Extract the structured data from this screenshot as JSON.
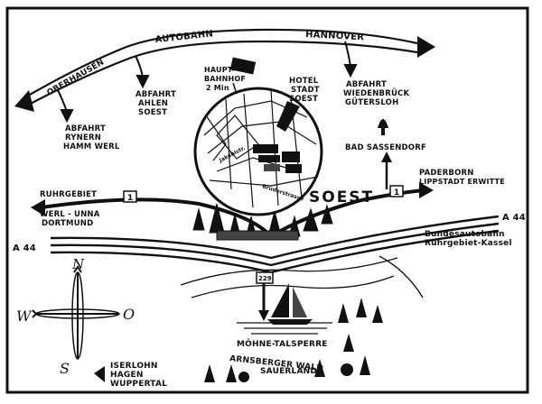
{
  "labels": {
    "autobahn": "AUTOBAHN",
    "hannover": "HANNOVER",
    "oberhausen": "OBERHAUSEN",
    "exit_rhynern": [
      "ABFAHRT",
      "RYNERN",
      "HAMM WERL"
    ],
    "exit_ahlen": [
      "ABFAHRT",
      "AHLEN",
      "SOEST"
    ],
    "exit_wiedenbrueck": [
      "ABFAHRT",
      "WIEDENBRÜCK",
      "GÜTERSLOH"
    ],
    "hbf": [
      "HAUPT-",
      "BAHNHOF",
      "2 Min"
    ],
    "hotel": [
      "HOTEL",
      "STADT",
      "SOEST"
    ],
    "soest": "SOEST",
    "bad_sassendorf": "BAD SASSENDORF",
    "paderborn": [
      "PADERBORN",
      "LIPPSTADT ERWITTE"
    ],
    "ruhrgebiet_left": "RUHRGEBIET",
    "werl": [
      "WERL - UNNA",
      "DORTMUND"
    ],
    "a44_right": "A 44",
    "a44_left": "A 44",
    "bundesautobahn": [
      "Bundesautobahn",
      "Ruhrgebiet-Kassel"
    ],
    "route1_left": "1",
    "route1_right": "1",
    "route229": "229",
    "moehne": "MÖHNE-TALSPERRE",
    "arnsberg": [
      "ARNSBERGER WALD",
      "SAUERLAND"
    ],
    "iserlohn": [
      "ISERLOHN",
      "HAGEN",
      "WUPPERTAL"
    ],
    "compass": {
      "n": "N",
      "s": "S",
      "w": "W",
      "o": "O"
    },
    "street_jakob": "Jakobistr.",
    "street_brueder": "Brüderstrasse"
  }
}
